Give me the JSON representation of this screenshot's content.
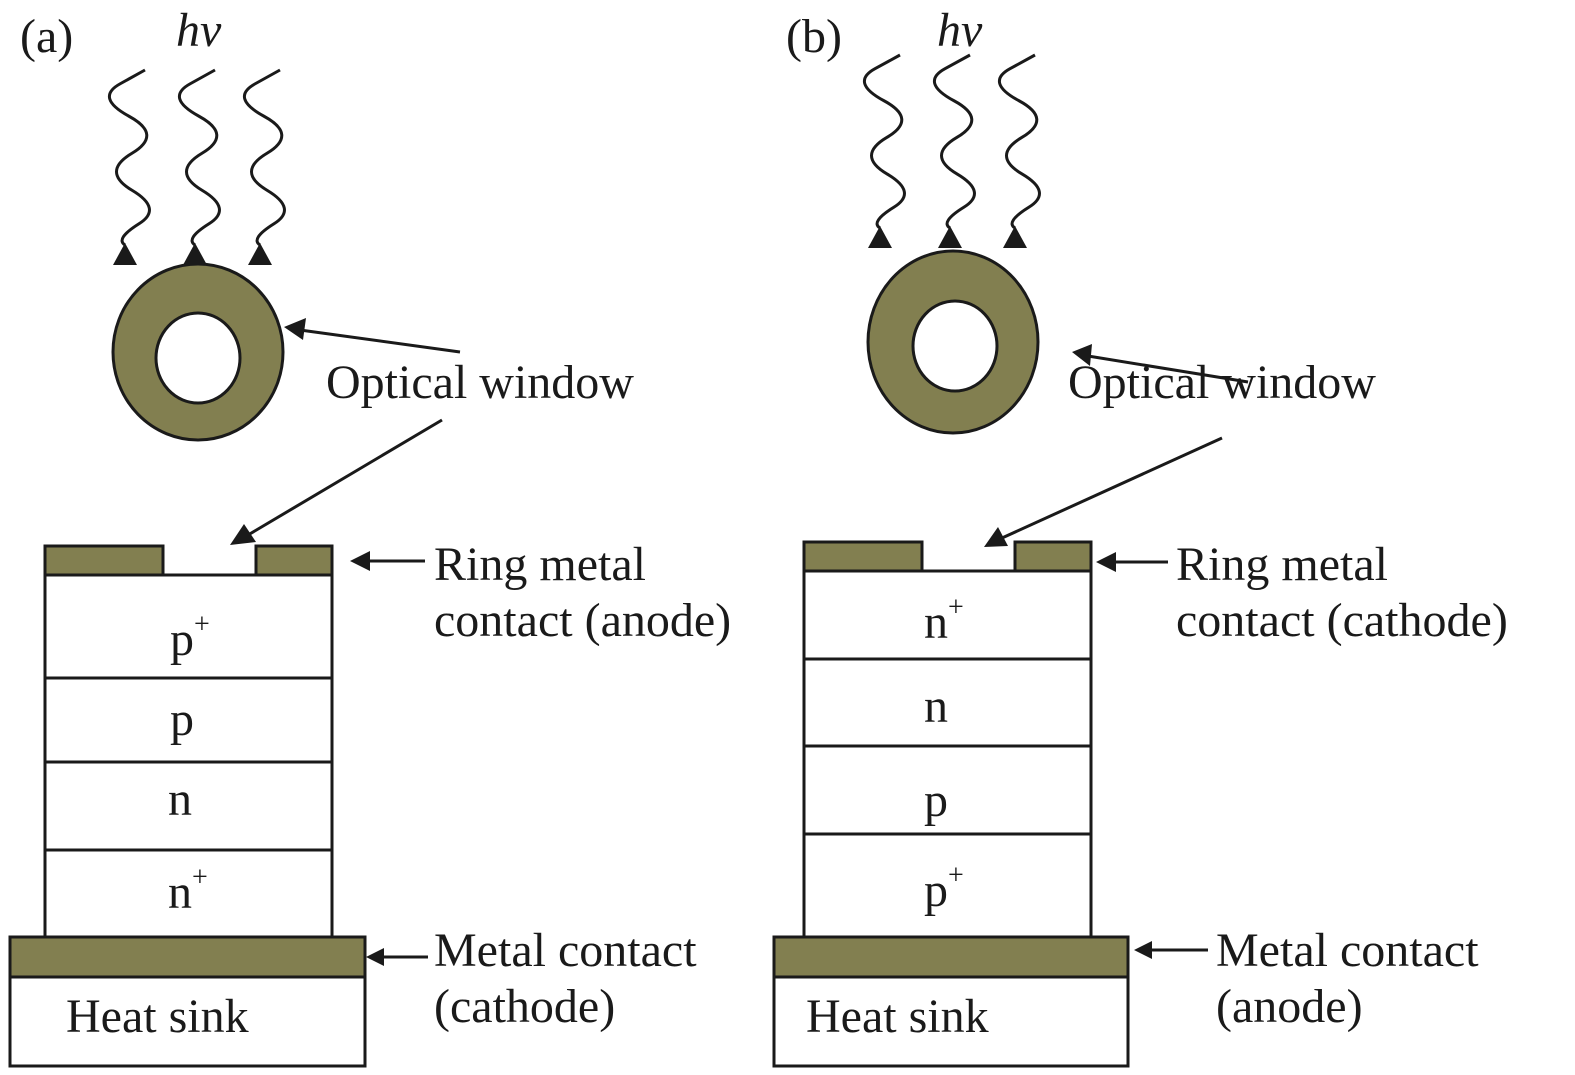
{
  "colors": {
    "metal": "#827f50",
    "stroke": "#1a1a1a",
    "background": "#ffffff"
  },
  "panels": [
    {
      "tag": "(a)",
      "photon_label": "hv",
      "optical_window_label": "Optical window",
      "ring_contact_label_line1": "Ring metal",
      "ring_contact_label_line2": "contact (anode)",
      "bottom_contact_label_line1": "Metal contact",
      "bottom_contact_label_line2": "(cathode)",
      "heat_sink_label": "Heat sink",
      "layers": [
        {
          "name": "p",
          "sup": "+"
        },
        {
          "name": "p",
          "sup": ""
        },
        {
          "name": "n",
          "sup": ""
        },
        {
          "name": "n",
          "sup": "+"
        }
      ]
    },
    {
      "tag": "(b)",
      "photon_label": "hv",
      "optical_window_label": "Optical window",
      "ring_contact_label_line1": "Ring metal",
      "ring_contact_label_line2": "contact (cathode)",
      "bottom_contact_label_line1": "Metal contact",
      "bottom_contact_label_line2": "(anode)",
      "heat_sink_label": "Heat sink",
      "layers": [
        {
          "name": "n",
          "sup": "+"
        },
        {
          "name": "n",
          "sup": ""
        },
        {
          "name": "p",
          "sup": ""
        },
        {
          "name": "p",
          "sup": "+"
        }
      ]
    }
  ]
}
